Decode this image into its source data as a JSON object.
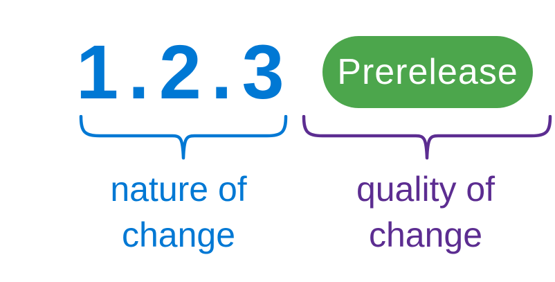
{
  "diagram": {
    "title": "semantic version number explanation",
    "version": {
      "text": "1.2.3",
      "color": "#0078D4"
    },
    "badge": {
      "label": "Prerelease",
      "bg_color": "#4CA64C",
      "text_color": "#FFFFFF"
    },
    "annotations": [
      {
        "label": "nature of change",
        "color": "#0078D4",
        "points_to": "version number 1.2.3"
      },
      {
        "label": "quality of change",
        "color": "#5C2D91",
        "points_to": "Prerelease badge"
      }
    ]
  }
}
